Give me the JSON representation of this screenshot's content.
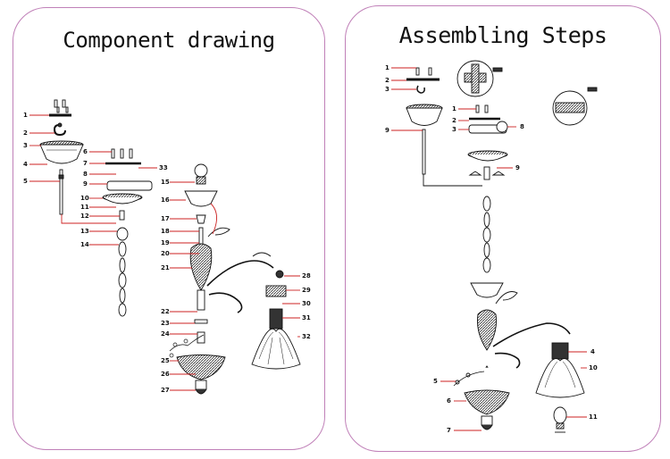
{
  "left_panel": {
    "title": "Component drawing",
    "labels": [
      "1",
      "2",
      "3",
      "4",
      "5",
      "6",
      "7",
      "8",
      "9",
      "10",
      "11",
      "12",
      "13",
      "14",
      "15",
      "16",
      "17",
      "18",
      "19",
      "20",
      "21",
      "22",
      "23",
      "24",
      "25",
      "26",
      "27",
      "28",
      "29",
      "30",
      "31",
      "32",
      "33"
    ]
  },
  "right_panel": {
    "title": "Assembling Steps",
    "labels": [
      "1",
      "2",
      "3",
      "9",
      "1",
      "2",
      "3",
      "8",
      "9",
      "4",
      "10",
      "5",
      "6",
      "11",
      "7"
    ]
  },
  "colors": {
    "border": "#c080b8",
    "leader": "#cc2222",
    "ink": "#111111",
    "fill": "#555555"
  }
}
